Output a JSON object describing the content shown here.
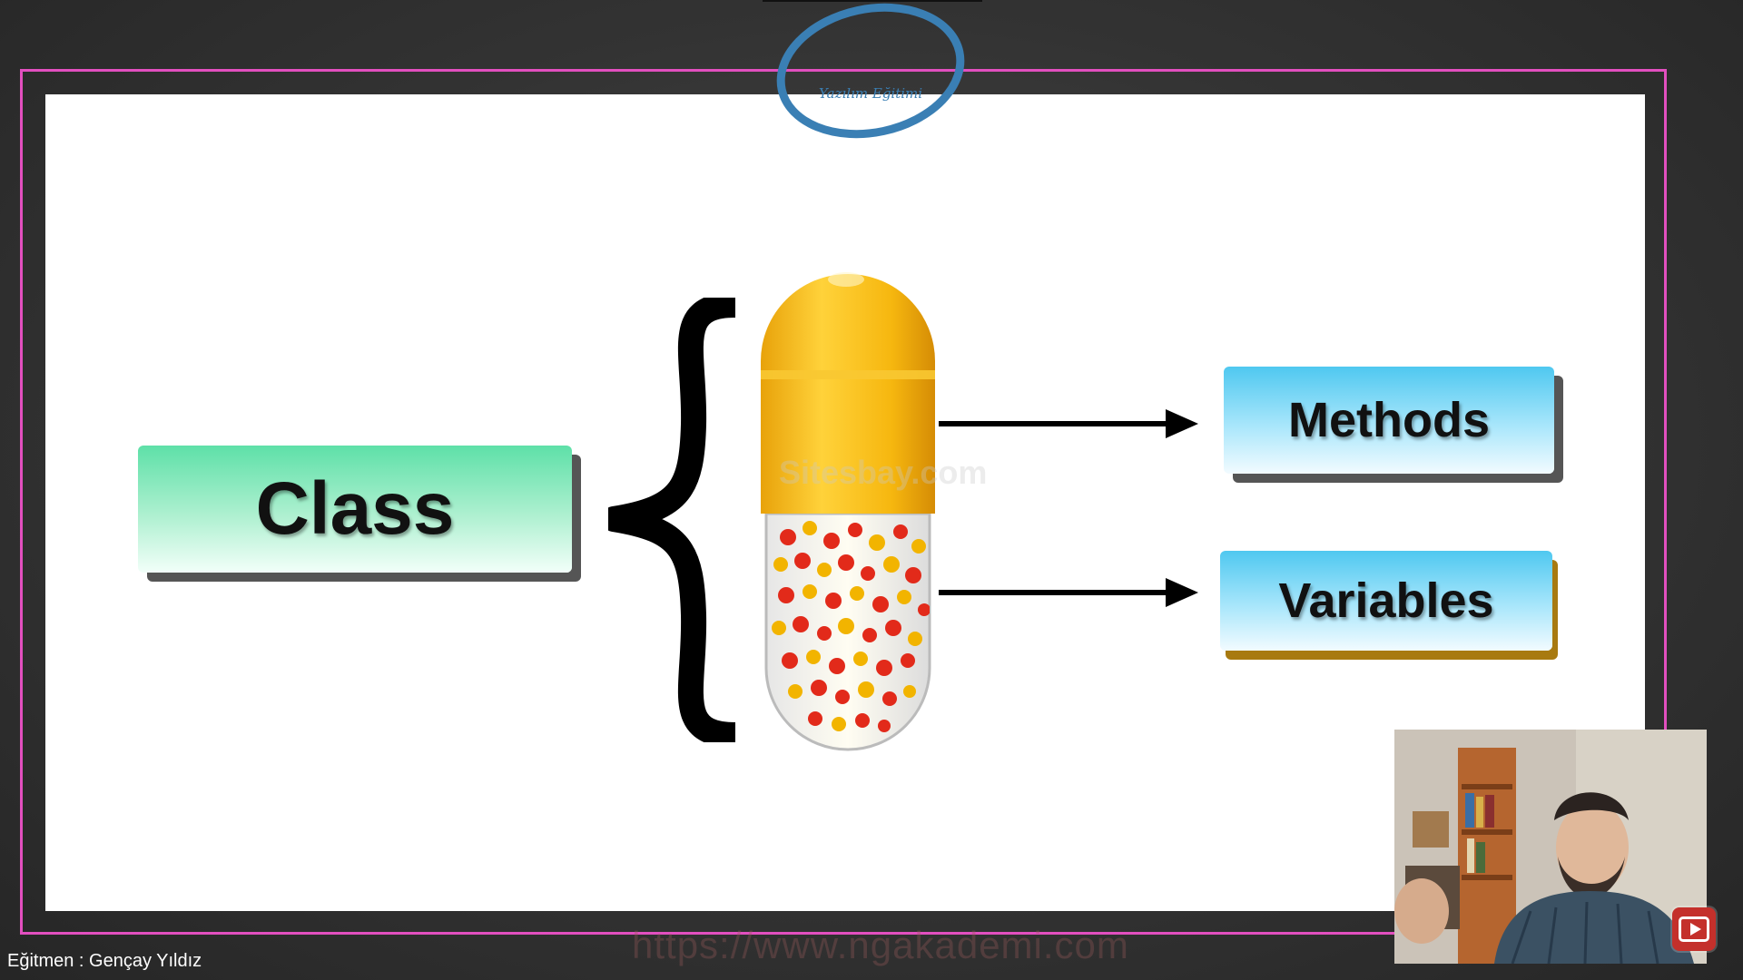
{
  "brand": {
    "logo_text": "Yazılım Eğitimi",
    "logo_color": "#3a7fb4"
  },
  "slide": {
    "class_label": "Class",
    "methods_label": "Methods",
    "variables_label": "Variables",
    "watermark_sitesbay": "Sitesbay.com"
  },
  "footer": {
    "instructor": "Eğitmen : Gençay Yıldız",
    "url_watermark": "https://www.ngakademi.com"
  },
  "colors": {
    "frame": "#e24fbf",
    "class_box": "#5ee0a8",
    "method_var_box": "#4fc8f0",
    "capsule_top": "#f2b20c"
  },
  "icons": {
    "video_app": "youtube-play-icon"
  }
}
